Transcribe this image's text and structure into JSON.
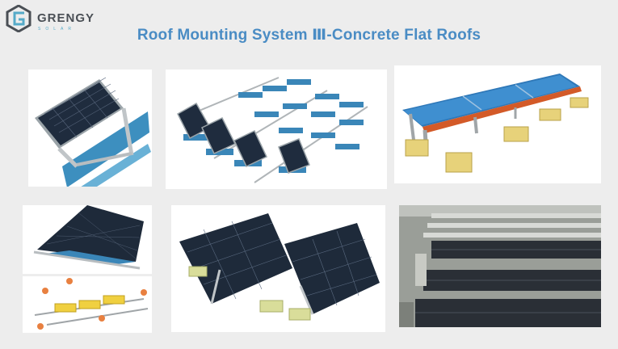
{
  "brand": {
    "name": "GRENGY",
    "sub": "SOLAR",
    "logo_icon": "grengy-logo-icon",
    "accent": "#4a8cc4",
    "logo_teal": "#55aac8"
  },
  "title": "Roof Mounting System Ⅲ-Concrete Flat Roofs",
  "images": [
    {
      "id": "p1",
      "name": "single-tilt-mount-concrete-ballast-image"
    },
    {
      "id": "p2",
      "name": "tilt-mount-array-grid-image"
    },
    {
      "id": "p3",
      "name": "elevated-row-concrete-block-image"
    },
    {
      "id": "p4",
      "name": "triangle-mount-ballast-tray-image"
    },
    {
      "id": "p5",
      "name": "mount-part-callout-diagram-image"
    },
    {
      "id": "p6",
      "name": "dual-panel-triangle-mount-image"
    },
    {
      "id": "p7",
      "name": "rooftop-installation-photo-image"
    }
  ]
}
